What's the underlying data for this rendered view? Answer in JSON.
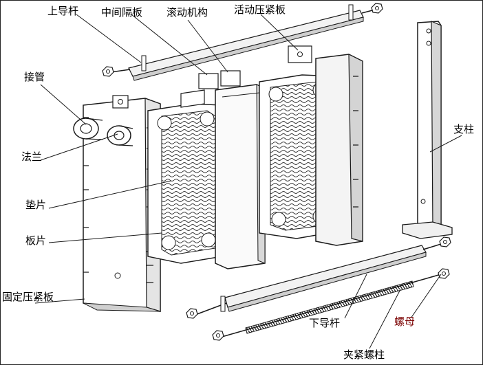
{
  "labels": {
    "upper_guide_bar": "上导杆",
    "middle_partition_plate": "中间隔板",
    "roller_mechanism": "滚动机构",
    "movable_pressure_plate": "活动压紧板",
    "connecting_pipe": "接管",
    "flange": "法兰",
    "gasket": "垫片",
    "plate": "板片",
    "fixed_pressure_plate": "固定压紧板",
    "support_column": "支柱",
    "lower_guide_bar": "下导杆",
    "nut": "螺母",
    "clamping_bolt": "夹紧螺柱"
  },
  "colors": {
    "ink": "#1a1a1a",
    "paper": "#ffffff",
    "plate_shade": "#d9d9d9",
    "red_accent": "#7a0000"
  }
}
